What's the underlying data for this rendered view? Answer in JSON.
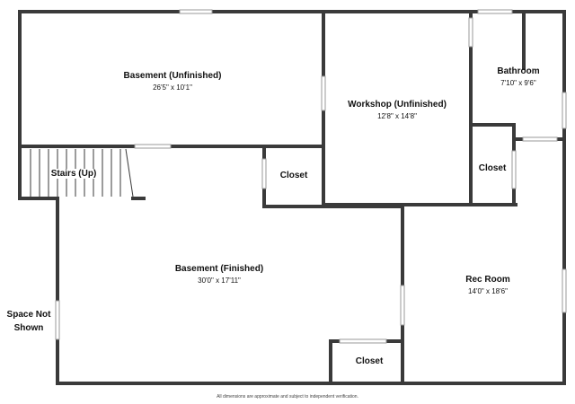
{
  "rooms": {
    "basement_unfinished": {
      "name": "Basement (Unfinished)",
      "dims": "26'5\" x 10'1\""
    },
    "workshop": {
      "name": "Workshop (Unfinished)",
      "dims": "12'8\" x 14'8\""
    },
    "bathroom": {
      "name": "Bathroom",
      "dims": "7'10\" x 9'6\""
    },
    "stairs": {
      "name": "Stairs (Up)"
    },
    "closet_top": {
      "name": "Closet"
    },
    "closet_right": {
      "name": "Closet"
    },
    "basement_finished": {
      "name": "Basement (Finished)",
      "dims": "30'0\" x 17'11\""
    },
    "rec_room": {
      "name": "Rec Room",
      "dims": "14'0\" x 18'6\""
    },
    "closet_bottom": {
      "name": "Closet"
    }
  },
  "side_label": "Space Not Shown",
  "disclaimer": "All dimensions are approximate and subject to independent verification.",
  "colors": {
    "wall": "#3a3a3a",
    "window": "#9a9a9a"
  }
}
